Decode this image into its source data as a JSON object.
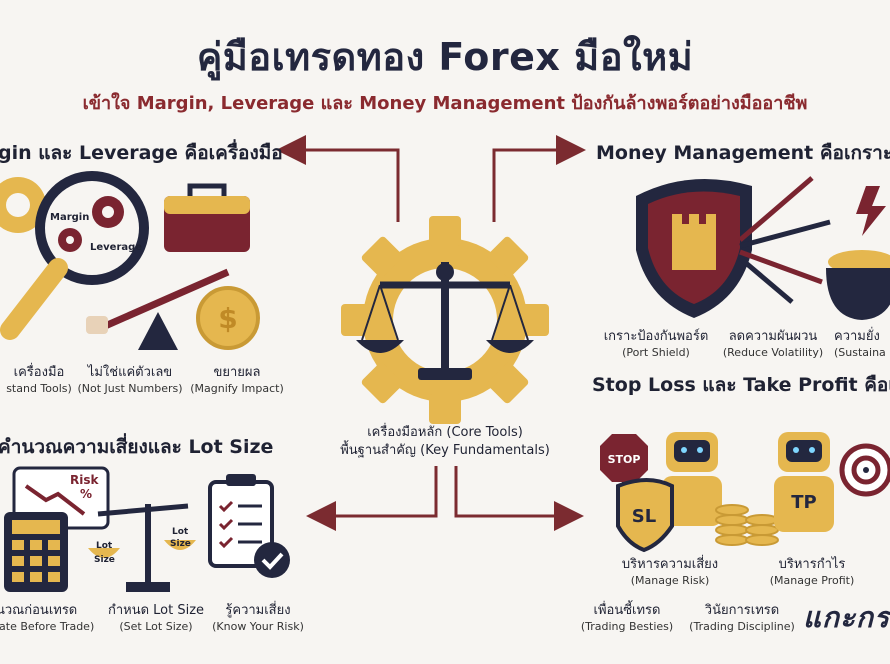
{
  "header": {
    "title": "คู่มือเทรดทอง Forex มือใหม่",
    "subtitle": "เข้าใจ Margin, Leverage และ Money Management ป้องกันล้างพอร์ตอย่างมืออาชีพ"
  },
  "sections": {
    "margin_leverage": {
      "title": "gin และ Leverage คือเครื่องมือ",
      "icon_labels": [
        "Margin",
        "Leverage"
      ],
      "captions": [
        {
          "th": "เครื่องมือ",
          "en": "stand Tools)"
        },
        {
          "th": "ไม่ใช่แค่ตัวเลข",
          "en": "(Not Just Numbers)"
        },
        {
          "th": "ขยายผล",
          "en": "(Magnify Impact)"
        }
      ]
    },
    "money_management": {
      "title": "Money Management คือเกราะป้",
      "captions": [
        {
          "th": "เกราะป้องกันพอร์ต",
          "en": "(Port Shield)"
        },
        {
          "th": "ลดความผันผวน",
          "en": "(Reduce Volatility)"
        },
        {
          "th": "ความยั่ง",
          "en": "(Sustaina"
        }
      ]
    },
    "risk_lot": {
      "title": "คำนวณความเสี่ยงและ Lot Size",
      "icon_labels": [
        "Risk",
        "%",
        "Lot",
        "Size",
        "Lot",
        "Size"
      ],
      "captions": [
        {
          "th": "นวณก่อนเทรด",
          "en": "late Before Trade)"
        },
        {
          "th": "กำหนด Lot Size",
          "en": "(Set Lot Size)"
        },
        {
          "th": "รู้ความเสี่ยง",
          "en": "(Know Your Risk)"
        }
      ]
    },
    "stoploss_takeprofit": {
      "title": "Stop Loss และ Take Profit คือเพื่",
      "icon_labels": [
        "STOP",
        "SL",
        "TP"
      ],
      "captions": [
        {
          "th": "บริหารความเสี่ยง",
          "en": "(Manage Risk)"
        },
        {
          "th": "บริหารกำไร",
          "en": "(Manage Profit)"
        },
        {
          "th": "เพื่อนซี้เทรด",
          "en": "(Trading Besties)"
        },
        {
          "th": "วินัยการเทรด",
          "en": "(Trading Discipline)"
        }
      ]
    }
  },
  "center": {
    "line1": "เครื่องมือหลัก (Core Tools)",
    "line2": "พื้นฐานสำคัญ (Key Fundamentals)"
  },
  "brand": "แกะกร",
  "colors": {
    "gold": "#e5b74f",
    "navy": "#23273f",
    "maroon": "#7a2430",
    "arrow": "#7b2b30"
  }
}
